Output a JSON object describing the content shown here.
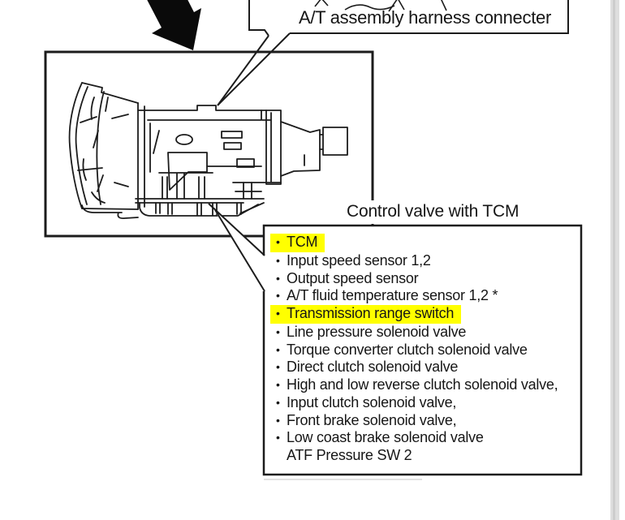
{
  "top_label": {
    "text": "A/T assembly harness connecter"
  },
  "control_valve_label": {
    "text": "Control valve with TCM"
  },
  "component_list": {
    "items": [
      {
        "text": "TCM",
        "bullet": true,
        "highlighted": true
      },
      {
        "text": "Input speed sensor 1,2",
        "bullet": true,
        "highlighted": false
      },
      {
        "text": "Output speed sensor",
        "bullet": true,
        "highlighted": false
      },
      {
        "text": "A/T fluid temperature sensor 1,2 *",
        "bullet": true,
        "highlighted": false
      },
      {
        "text": "Transmission range switch",
        "bullet": true,
        "highlighted": true
      },
      {
        "text": "Line pressure solenoid valve",
        "bullet": true,
        "highlighted": false
      },
      {
        "text": "Torque converter clutch solenoid valve",
        "bullet": true,
        "highlighted": false
      },
      {
        "text": "Direct clutch solenoid valve",
        "bullet": true,
        "highlighted": false
      },
      {
        "text": "High and low reverse clutch solenoid valve,",
        "bullet": true,
        "highlighted": false
      },
      {
        "text": "Input clutch solenoid valve,",
        "bullet": true,
        "highlighted": false
      },
      {
        "text": "Front brake solenoid valve,",
        "bullet": true,
        "highlighted": false
      },
      {
        "text": "Low coast brake solenoid valve",
        "bullet": true,
        "highlighted": false
      },
      {
        "text": "ATF Pressure SW 2",
        "bullet": false,
        "highlighted": false
      }
    ]
  },
  "bullet_glyph": "•",
  "colors": {
    "highlight": "#ffff00",
    "line": "#1c1c1c",
    "arrow_fill": "#0a0a0a",
    "page_edge_strip": "#dedede"
  }
}
